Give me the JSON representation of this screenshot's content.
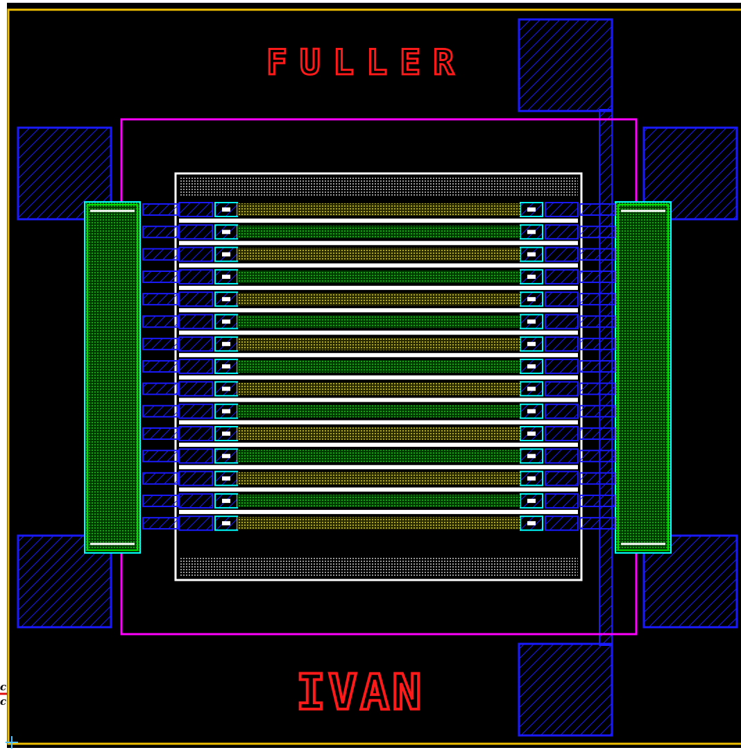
{
  "texts": {
    "top_label": "FULLER",
    "bottom_label": "IVAN",
    "margin_glyph_1": "c",
    "margin_glyph_2": "c"
  },
  "colors": {
    "background": "#000000",
    "boundary": "#f0c000",
    "metal": "#1a1aff",
    "implant": "#ff00ff",
    "poly_highlight": "#ffffff",
    "active": "#009a00",
    "active_alt": "#a09a00",
    "well_outline": "#00ffff",
    "text": "#ff1a1a"
  },
  "layout_tool": {
    "finger_count": 15,
    "side_contacts": 2,
    "corner_pads": 6
  }
}
